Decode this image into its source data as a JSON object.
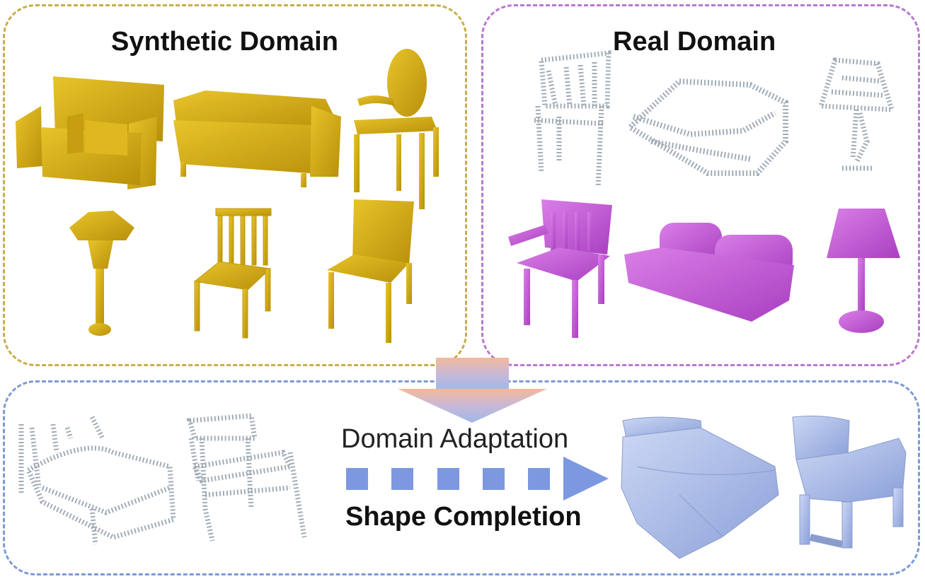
{
  "synthetic_domain": {
    "title": "Synthetic Domain",
    "color": "#d4ac12",
    "objects": [
      "armchair",
      "sofa",
      "ghost-chair",
      "floor-lamp",
      "spindle-chair",
      "side-chair"
    ]
  },
  "real_domain": {
    "title": "Real Domain",
    "pointcloud_color": "#98a4b0",
    "mesh_color": "#c75ad6",
    "pointcloud_objects": [
      "chair",
      "sofa",
      "lamp"
    ],
    "mesh_objects": [
      "armchair",
      "sofa",
      "lamp"
    ]
  },
  "bottom": {
    "domain_adaptation_label": "Domain Adaptation",
    "shape_completion_label": "Shape Completion",
    "arrow_color": "#7d98e0",
    "input_pointclouds": [
      "bed",
      "chair"
    ],
    "output_meshes": [
      "bed",
      "chair"
    ],
    "mesh_color": "#b4c4ec"
  }
}
